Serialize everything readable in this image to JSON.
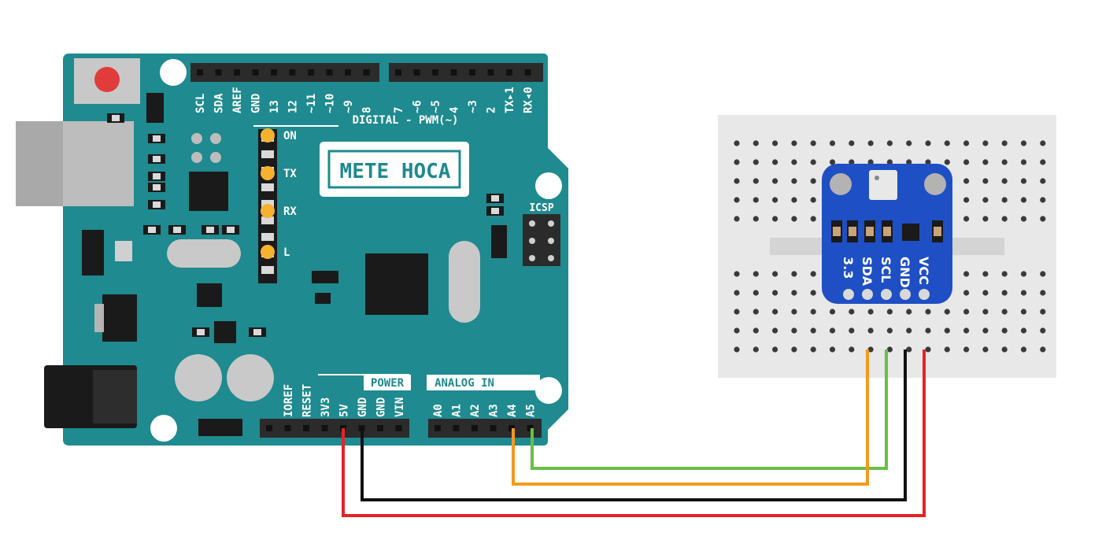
{
  "board": {
    "brand_label": "METE HOCA",
    "digital_header": "DIGITAL - PWM(~)",
    "power_header": "POWER",
    "analog_header": "ANALOG IN",
    "icsp_label": "ICSP",
    "led_labels": [
      "ON",
      "TX",
      "RX",
      "L"
    ],
    "digital_pins_left": [
      "SCL",
      "SDA",
      "AREF",
      "GND",
      "13",
      "12",
      "~11",
      "~10",
      "~9",
      "8"
    ],
    "digital_pins_right": [
      "7",
      "~6",
      "~5",
      "4",
      "~3",
      "2",
      "TX▸1",
      "RX◂0"
    ],
    "power_pins": [
      "IOREF",
      "RESET",
      "3V3",
      "5V",
      "GND",
      "GND",
      "VIN"
    ],
    "analog_pins": [
      "A0",
      "A1",
      "A2",
      "A3",
      "A4",
      "A5"
    ]
  },
  "sensor": {
    "pin_labels": [
      "3.3",
      "SDA",
      "SCL",
      "GND",
      "VCC"
    ]
  },
  "wires": [
    {
      "from": "A5",
      "to": "SCL",
      "color": "#6abf45"
    },
    {
      "from": "A4",
      "to": "SDA",
      "color": "#f39a1f"
    },
    {
      "from": "GND",
      "to": "GND",
      "color": "#111111"
    },
    {
      "from": "5V",
      "to": "VCC",
      "color": "#e32427"
    }
  ],
  "colors": {
    "board": "#1f8a8f",
    "board_dark": "#16686c",
    "header": "#2b2b2b",
    "led": "#f5b230",
    "breadboard": "#e9e9e9",
    "sensor": "#1f4fc4"
  }
}
